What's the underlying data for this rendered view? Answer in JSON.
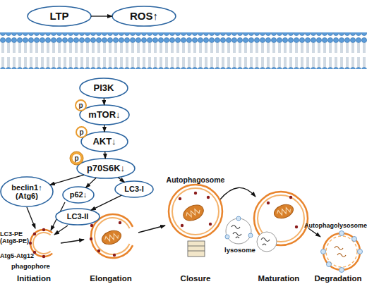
{
  "diagram": {
    "nodes": [
      {
        "text": [
          "LTP"
        ]
      },
      {
        "text": [
          "ROS↑"
        ]
      },
      {
        "text": [
          "PI3K"
        ]
      },
      {
        "text": [
          "mTOR↓"
        ]
      },
      {
        "text": [
          "p"
        ],
        "in": 3
      },
      {
        "text": [
          "AKT↓"
        ]
      },
      {
        "text": [
          "p"
        ],
        "in": 5
      },
      {
        "text": [
          "p70S6K↓"
        ]
      },
      {
        "text": [
          "p"
        ],
        "in": 7
      },
      {
        "text": [
          "beclin1↑ (Atg6)"
        ]
      },
      {
        "text": [
          "p62↓"
        ]
      },
      {
        "text": [
          "LC3-I"
        ]
      },
      {
        "text": [
          "LC3-II"
        ]
      }
    ],
    "edges": [
      {
        "from": 0,
        "to": 1,
        "arrow": "to"
      },
      {
        "from": 2,
        "to": 3,
        "arrow": "to"
      },
      {
        "from": 3,
        "to": 5,
        "arrow": "to"
      },
      {
        "from": 5,
        "to": 7,
        "arrow": "to"
      },
      {
        "from": 7,
        "to": 9,
        "arrow": "to"
      },
      {
        "from": 7,
        "to": 10,
        "arrow": "to"
      },
      {
        "from": 7,
        "to": 11,
        "arrow": "to"
      },
      {
        "from": 11,
        "to": 12,
        "arrow": "to"
      }
    ],
    "labels": [
      "LC3-PE (Atg8-PE)",
      "Atg5-Atg12",
      "phagophore",
      "Autophagosome",
      "lysosome",
      "Autophagolysosome",
      "Initiation",
      "Elongation",
      "Closure",
      "Maturation",
      "Degradation"
    ]
  }
}
